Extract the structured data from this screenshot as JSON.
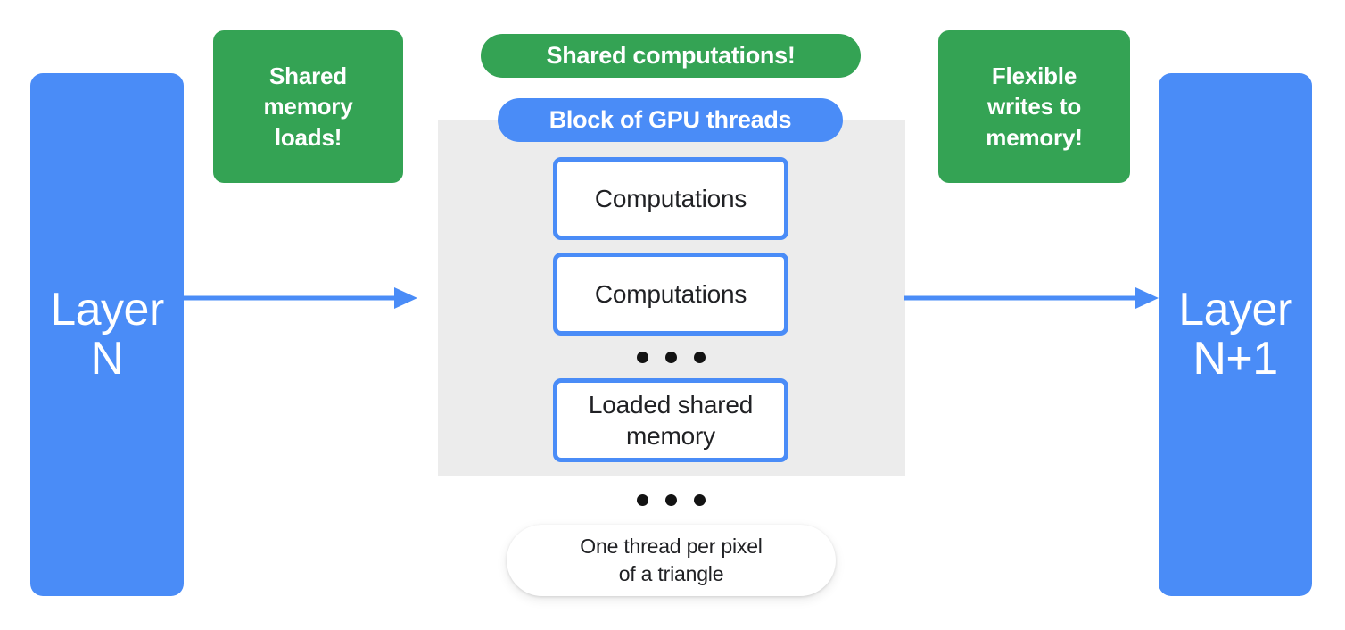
{
  "diagram": {
    "title": "GPU thread block shared memory dataflow",
    "colors": {
      "blue": "#4a8cf7",
      "green": "#34a354",
      "gray_block": "#ececec",
      "text_dark": "#202124",
      "white": "#ffffff"
    }
  },
  "left_layer": {
    "line1": "Layer",
    "line2": "N"
  },
  "right_layer": {
    "line1": "Layer",
    "line2": "N+1"
  },
  "callouts": {
    "left": {
      "line1": "Shared",
      "line2": "memory",
      "line3": "loads!"
    },
    "right": {
      "line1": "Flexible",
      "line2": "writes to",
      "line3": "memory!"
    }
  },
  "pills": {
    "shared_computations": "Shared computations!",
    "block_of_gpu_threads": "Block of GPU threads"
  },
  "threads": [
    {
      "label": "Computations"
    },
    {
      "label": "Computations"
    },
    {
      "label_line1": "Loaded shared",
      "label_line2": "memory"
    }
  ],
  "footer_pill": {
    "line1": "One thread per pixel",
    "line2": "of a triangle"
  },
  "icons": {
    "ellipsis_inner": "ellipsis-dots-icon",
    "ellipsis_outer": "ellipsis-dots-icon",
    "arrow_left": "arrow-right-icon",
    "arrow_right": "arrow-right-icon"
  }
}
